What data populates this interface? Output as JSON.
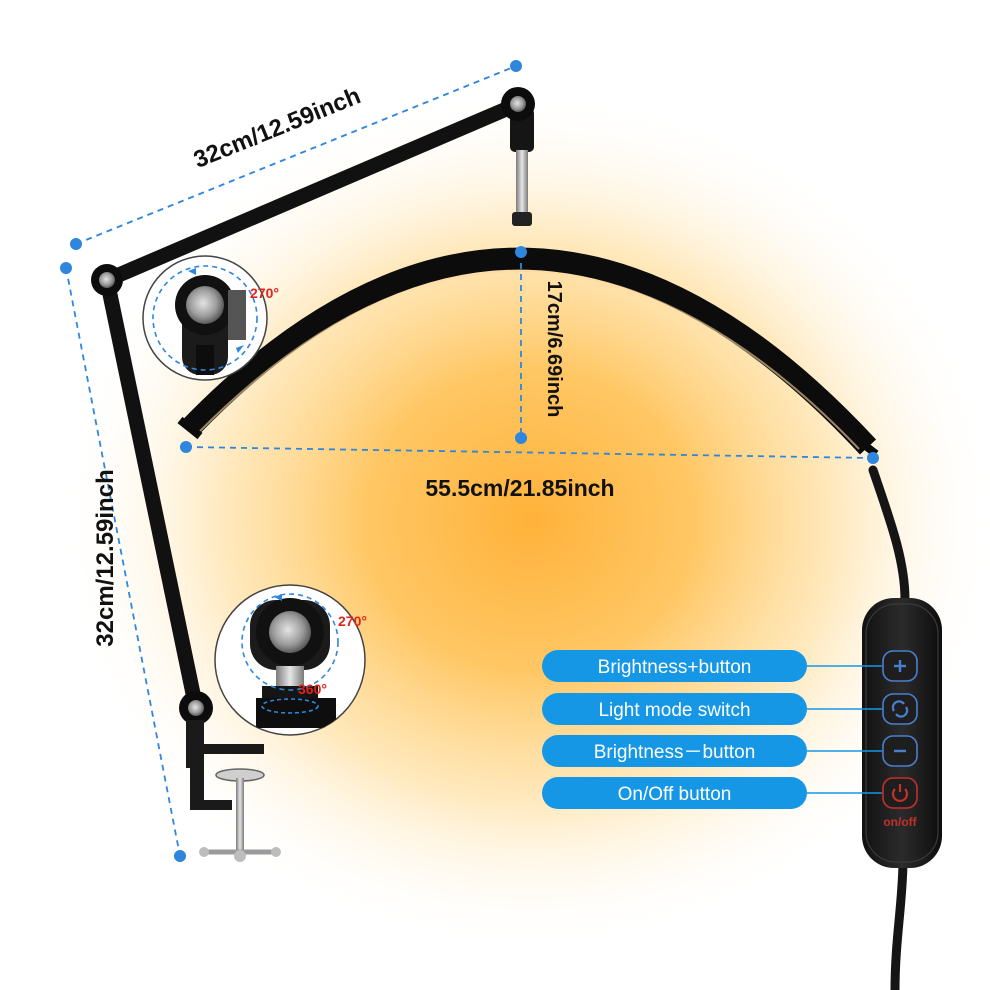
{
  "dimensions": {
    "upper_arm": "32cm/12.59inch",
    "lower_arm": "32cm/12.59inch",
    "arc_height": "17cm/6.69inch",
    "arc_width": "55.5cm/21.85inch"
  },
  "rotation": {
    "upper_joint": "270°",
    "lower_joint": "270°",
    "base_swivel": "360°"
  },
  "controller": {
    "buttons": [
      {
        "label": "Brightness+button",
        "icon": "plus-icon"
      },
      {
        "label": "Light mode switch",
        "icon": "mode-switch-icon"
      },
      {
        "label": "Brightness－button",
        "icon": "minus-icon"
      },
      {
        "label": "On/Off button",
        "icon": "power-icon"
      }
    ],
    "power_caption": "on/off"
  },
  "colors": {
    "glow_center": "#ffb23a",
    "dimension_line": "#2e86de",
    "callout_fill": "#1597e5",
    "rotation_label": "#e2231a"
  }
}
